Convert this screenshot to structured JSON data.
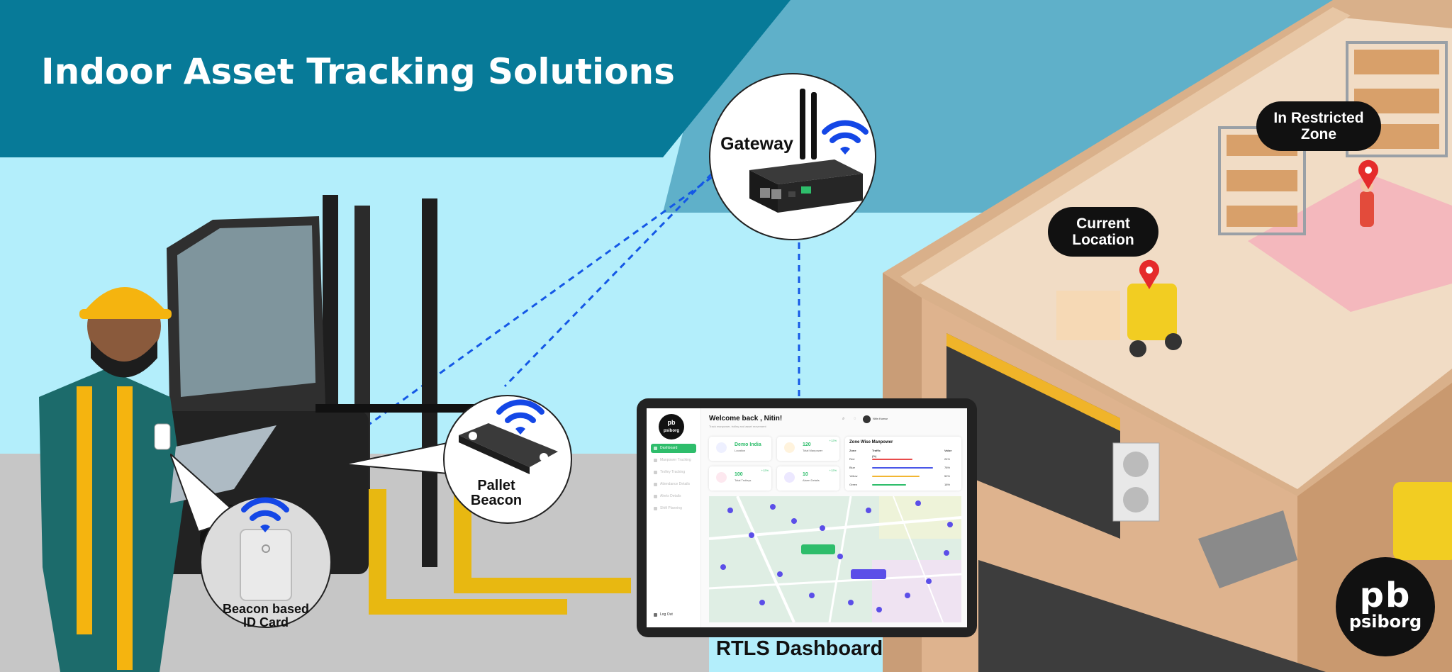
{
  "title": "Indoor Asset Tracking Solutions",
  "labels": {
    "gateway": "Gateway",
    "pallet_beacon_1": "Pallet",
    "pallet_beacon_2": "Beacon",
    "id_card_1": "Beacon based",
    "id_card_2": "ID Card",
    "dashboard": "RTLS Dashboard",
    "current_location_1": "Current",
    "current_location_2": "Location",
    "restricted_1": "In Restricted",
    "restricted_2": "Zone"
  },
  "brand": {
    "name": "psiborg",
    "mark": "pb"
  },
  "dashboard": {
    "welcome": "Welcome back , Nitin!",
    "subtitle": "Track manpower, trolley and asset movement",
    "user": "Nitin Kumar",
    "nav": [
      "Dashboard",
      "Manpower Tracking",
      "Trolley Tracking",
      "Attendance Details",
      "Alerts Details",
      "Shift Planning"
    ],
    "logout": "Log Out",
    "cards": [
      {
        "value": "Demo India",
        "label": "Location",
        "badge": ""
      },
      {
        "value": "120",
        "label": "Total Manpower",
        "badge": "+12%"
      },
      {
        "value": "100",
        "label": "Total Trolleys",
        "badge": "+12%"
      },
      {
        "value": "10",
        "label": "Alarm Details",
        "badge": "+12%"
      }
    ],
    "zone": {
      "title": "Zone Wise Manpower",
      "col1": "Zone",
      "col2": "Traffic (%)",
      "col3": "Value",
      "rows": [
        {
          "name": "Red",
          "pct": "24%",
          "fill": 0.6,
          "color": "#e84b4b"
        },
        {
          "name": "Blue",
          "pct": "78%",
          "fill": 0.9,
          "color": "#4a57e8"
        },
        {
          "name": "Yellow",
          "pct": "52%",
          "fill": 0.7,
          "color": "#f2b632"
        },
        {
          "name": "Green",
          "pct": "18%",
          "fill": 0.5,
          "color": "#2ebd6b"
        }
      ]
    }
  },
  "colors": {
    "banner_dark": "#077a98",
    "banner_light": "#5fb0c9",
    "sky": "#b3eefb",
    "accent_green": "#2ebd6b",
    "wifi_blue": "#1447e6",
    "marker_red": "#e52b2b"
  },
  "icons": [
    "wifi-icon",
    "location-pin-icon",
    "gateway-device-icon",
    "beacon-tag-icon",
    "id-card-icon"
  ]
}
